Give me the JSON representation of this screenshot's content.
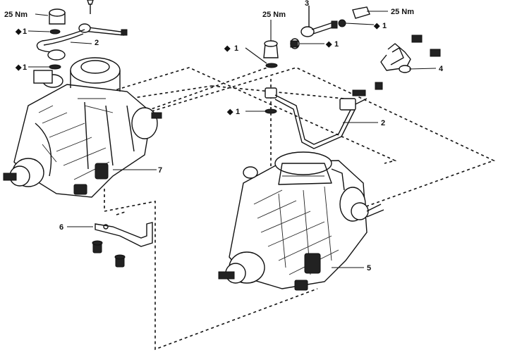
{
  "labels": {
    "torque_tl": "25 Nm",
    "torque_tm": "25 Nm",
    "torque_tr": "25 Nm",
    "diamond": "◆",
    "one": "1",
    "part_1": "1",
    "part_2": "2",
    "part_3": "3",
    "part_4": "4",
    "part_5": "5",
    "part_6": "6",
    "part_7": "7"
  },
  "colors": {
    "ink": "#111111",
    "paper": "#ffffff"
  }
}
